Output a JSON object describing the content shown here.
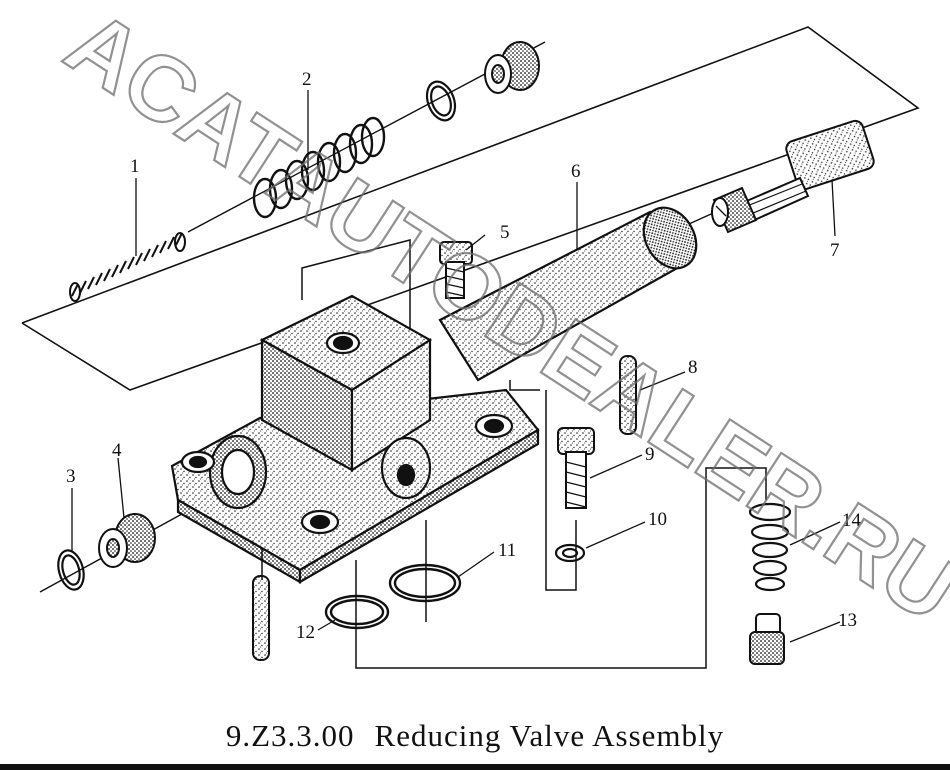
{
  "caption": {
    "code": "9.Z3.3.00",
    "title": "Reducing Valve Assembly"
  },
  "watermark": {
    "text": "ACATAUTODEALER.RU"
  },
  "callouts": [
    "1",
    "2",
    "3",
    "4",
    "5",
    "6",
    "7",
    "8",
    "9",
    "10",
    "11",
    "12",
    "13",
    "14"
  ],
  "colors": {
    "ink": "#111111",
    "watermark": "#6d6d6d",
    "background": "#ffffff"
  }
}
